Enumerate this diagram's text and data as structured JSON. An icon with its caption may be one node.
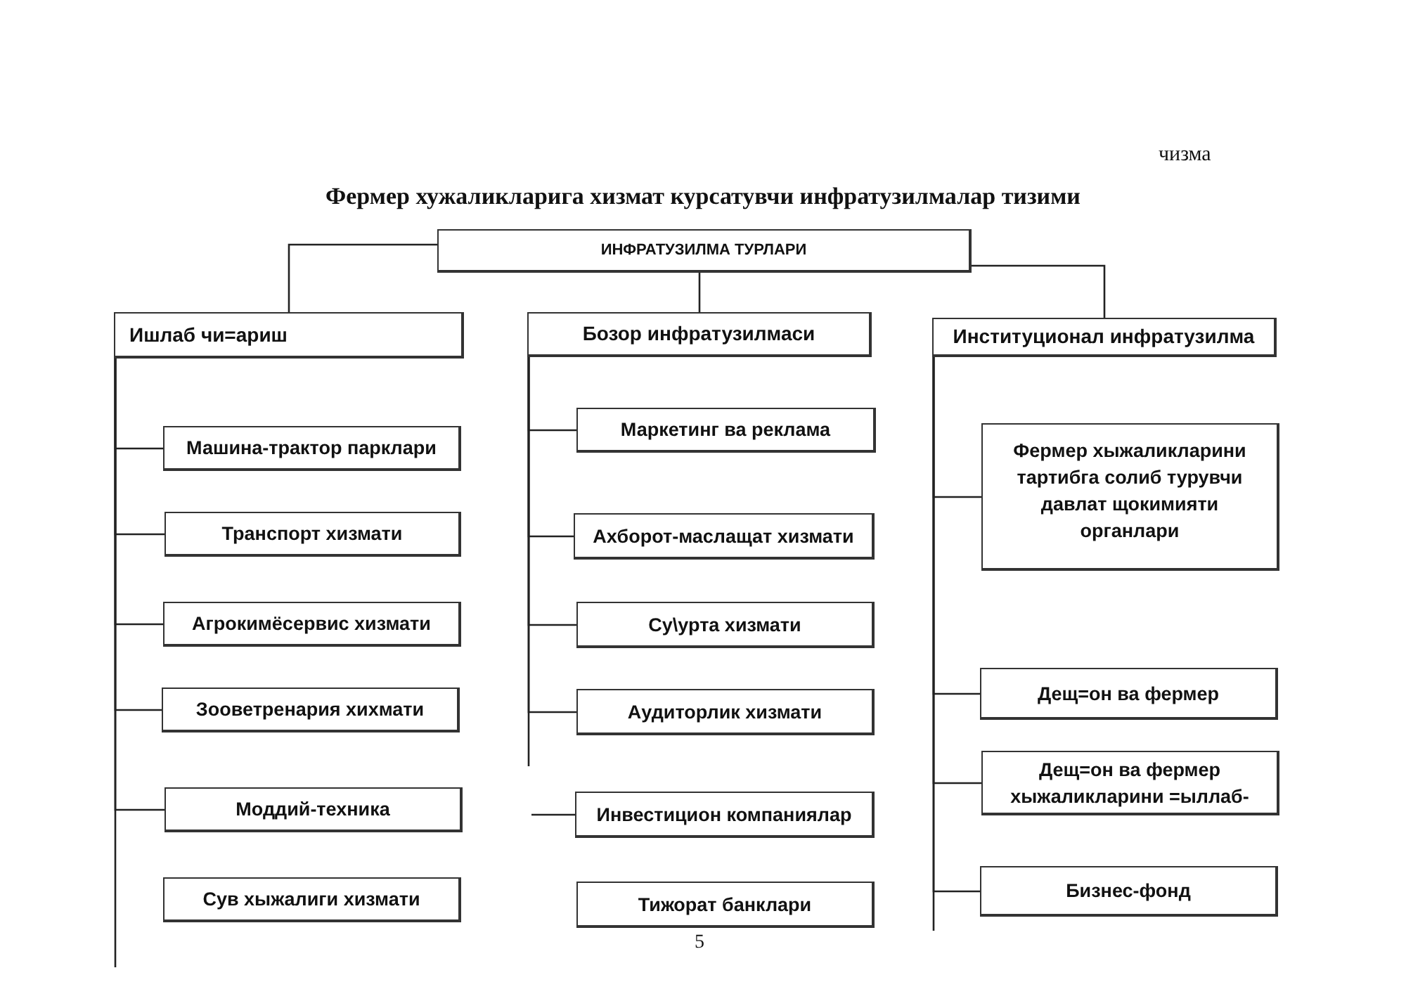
{
  "diagram": {
    "title": "Фермер хужаликларига хизмат курсатувчи инфратузилмалар тизими",
    "nodes": [
      {
        "text": [
          "ИНФРАТУЗИЛМА ТУРЛАРИ"
        ]
      },
      {
        "text": [
          "Ишлаб чи=ариш"
        ]
      },
      {
        "text": [
          "Бозор инфратузилмаси"
        ]
      },
      {
        "text": [
          "Институционал инфратузилма"
        ]
      },
      {
        "text": [
          "Машина-трактор парклари"
        ]
      },
      {
        "text": [
          "Транспорт хизмати"
        ]
      },
      {
        "text": [
          "Агрокимёсервис хизмати"
        ]
      },
      {
        "text": [
          "Зооветренария хихмати"
        ]
      },
      {
        "text": [
          "Моддий-техника"
        ]
      },
      {
        "text": [
          "Сув хыжалиги хизмати"
        ]
      },
      {
        "text": [
          "Маркетинг ва реклама"
        ]
      },
      {
        "text": [
          "Ахборот-маслащат хизмати"
        ]
      },
      {
        "text": [
          "Су\\урта хизмати"
        ]
      },
      {
        "text": [
          "Аудиторлик хизмати"
        ]
      },
      {
        "text": [
          "Инвестицион компаниялар"
        ]
      },
      {
        "text": [
          "Тижорат банклари"
        ]
      },
      {
        "text": [
          "Фермер хыжаликларини тартибга солиб турувчи давлат щокимияти органлари"
        ]
      },
      {
        "text": [
          "Дещ=он ва фермер"
        ]
      },
      {
        "text": [
          "Дещ=он ва фермер хыжаликларини =ыллаб-"
        ]
      },
      {
        "text": [
          "Бизнес-фонд"
        ]
      }
    ],
    "edges": [
      {
        "from": 0,
        "to": 1,
        "arrow": "none"
      },
      {
        "from": 0,
        "to": 2,
        "arrow": "none"
      },
      {
        "from": 0,
        "to": 3,
        "arrow": "none"
      },
      {
        "from": 1,
        "to": 4,
        "arrow": "none"
      },
      {
        "from": 1,
        "to": 5,
        "arrow": "none"
      },
      {
        "from": 1,
        "to": 6,
        "arrow": "none"
      },
      {
        "from": 1,
        "to": 7,
        "arrow": "none"
      },
      {
        "from": 1,
        "to": 8,
        "arrow": "none"
      },
      {
        "from": 2,
        "to": 10,
        "arrow": "none"
      },
      {
        "from": 2,
        "to": 11,
        "arrow": "none"
      },
      {
        "from": 2,
        "to": 12,
        "arrow": "none"
      },
      {
        "from": 2,
        "to": 13,
        "arrow": "none"
      },
      {
        "from": null,
        "to": 14,
        "arrow": "none"
      },
      {
        "from": 3,
        "to": 16,
        "arrow": "none"
      },
      {
        "from": 3,
        "to": 17,
        "arrow": "none"
      },
      {
        "from": 3,
        "to": 18,
        "arrow": "none"
      },
      {
        "from": 3,
        "to": 19,
        "arrow": "none"
      }
    ],
    "labels": [
      "чизма",
      "5"
    ]
  }
}
